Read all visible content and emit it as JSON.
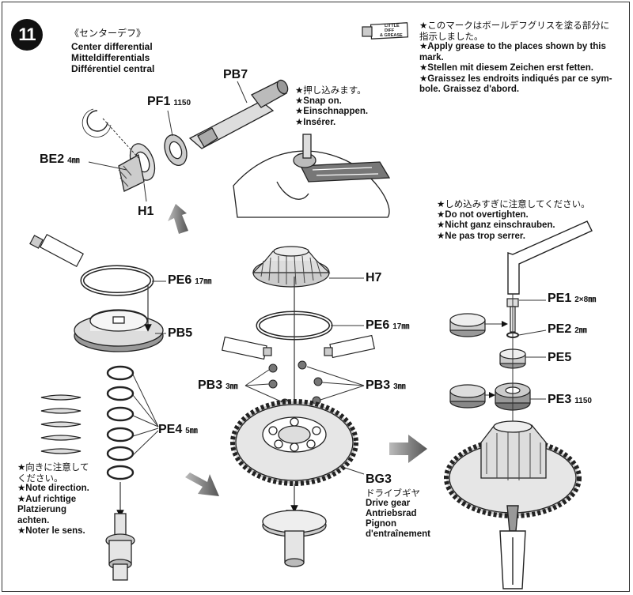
{
  "step": {
    "number": "11",
    "title_jp": "《センターデフ》",
    "title_en": "Center differential",
    "title_de": "Mitteldifferentials",
    "title_fr": "Différentiel central"
  },
  "grease_note": {
    "tube_label_1": "LITTLE",
    "tube_label_2": "DIFF",
    "tube_label_3": "& GREASE",
    "jp_line1": "★このマークはボールデフグリスを塗る部分に",
    "jp_line2": "指示しました。",
    "en_line1": "★Apply grease to the places shown by this",
    "en_line2": "mark.",
    "de": "★Stellen mit diesem Zeichen erst fetten.",
    "fr_line1": "★Graissez les endroits indiqués par ce sym-",
    "fr_line2": "bole. Graissez d'abord."
  },
  "snap_note": {
    "jp": "★押し込みます。",
    "en": "★Snap on.",
    "de": "★Einschnappen.",
    "fr": "★Insérer."
  },
  "tighten_note": {
    "jp": "★しめ込みすぎに注意してください。",
    "en": "★Do not overtighten.",
    "de": "★Nicht ganz einschrauben.",
    "fr": "★Ne pas trop serrer."
  },
  "direction_note": {
    "jp_line1": "★向きに注意して",
    "jp_line2": "ください。",
    "en": "★Note direction.",
    "de_line1": "★Auf richtige",
    "de_line2": "Platzierung",
    "de_line3": "achten.",
    "fr": "★Noter le sens."
  },
  "parts": {
    "pb7": "PB7",
    "pf1": "PF1",
    "pf1_size": "1150",
    "be2": "BE2",
    "be2_size": "4㎜",
    "h1": "H1",
    "pe6_left": "PE6",
    "pe6_left_size": "17㎜",
    "pb5": "PB5",
    "pe4": "PE4",
    "pe4_size": "5㎜",
    "h7": "H7",
    "pe6_mid": "PE6",
    "pe6_mid_size": "17㎜",
    "pb3_left": "PB3",
    "pb3_left_size": "3㎜",
    "pb3_right": "PB3",
    "pb3_right_size": "3㎜",
    "bg3": "BG3",
    "pe1": "PE1",
    "pe1_size": "2×8㎜",
    "pe2": "PE2",
    "pe2_size": "2㎜",
    "pe5": "PE5",
    "pe3": "PE3",
    "pe3_size": "1150"
  },
  "bg3_names": {
    "jp": "ドライブギヤ",
    "en": "Drive gear",
    "de": "Antriebsrad",
    "fr_line1": "Pignon",
    "fr_line2": "d'entraînement"
  }
}
